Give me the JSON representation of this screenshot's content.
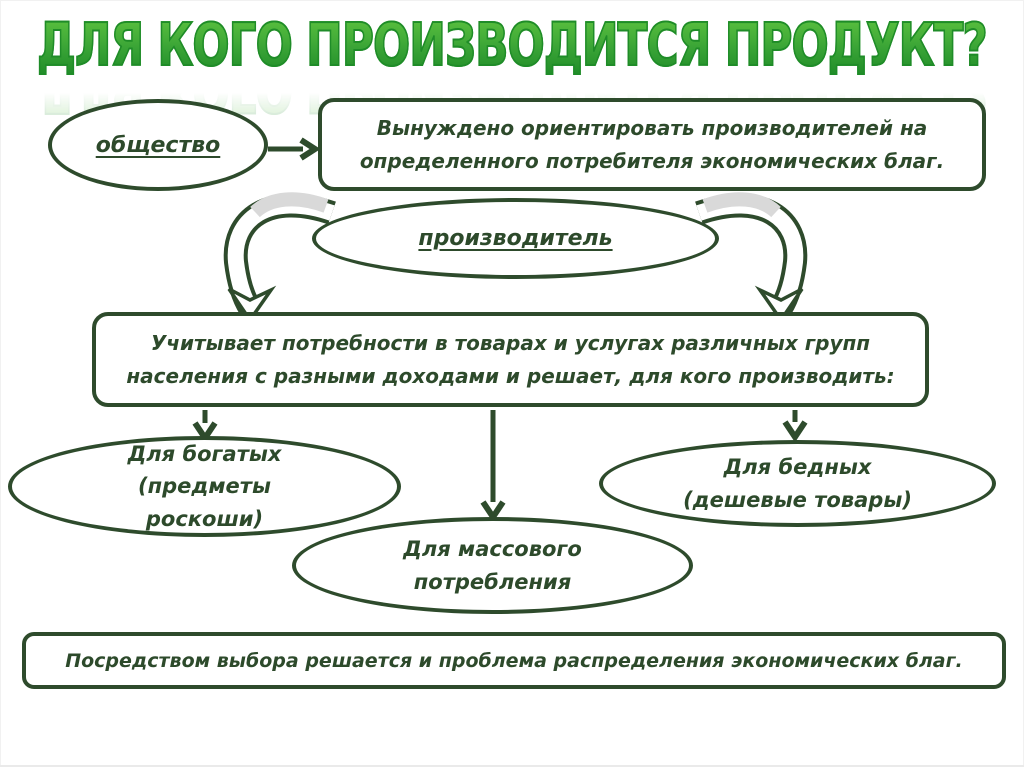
{
  "title": {
    "text": "ДЛЯ КОГО ПРОИЗВОДИТСЯ ПРОДУКТ?"
  },
  "diagram": {
    "society_label": "общество",
    "society_effect": "Вынуждено ориентировать производителей на определенного потребителя экономических благ.",
    "producer_label": "производитель",
    "producer_effect": "Учитывает потребности в товарах и услугах различных групп населения с разными доходами и решает, для кого производить:",
    "group_rich": "Для богатых (предметы роскоши)",
    "group_mass": "Для массового потребления",
    "group_poor": "Для бедных (дешевые товары)",
    "conclusion": "Посредством выбора решается и проблема распределения экономических благ."
  },
  "colors": {
    "outline": "#2e4b2c",
    "text": "#2d4a2b",
    "ribbon_shade": "#d9d9d9",
    "title_light": "#5ec43f",
    "title_mid": "#3aa436",
    "title_dark": "#1f8c28",
    "bg": "#ffffff"
  }
}
